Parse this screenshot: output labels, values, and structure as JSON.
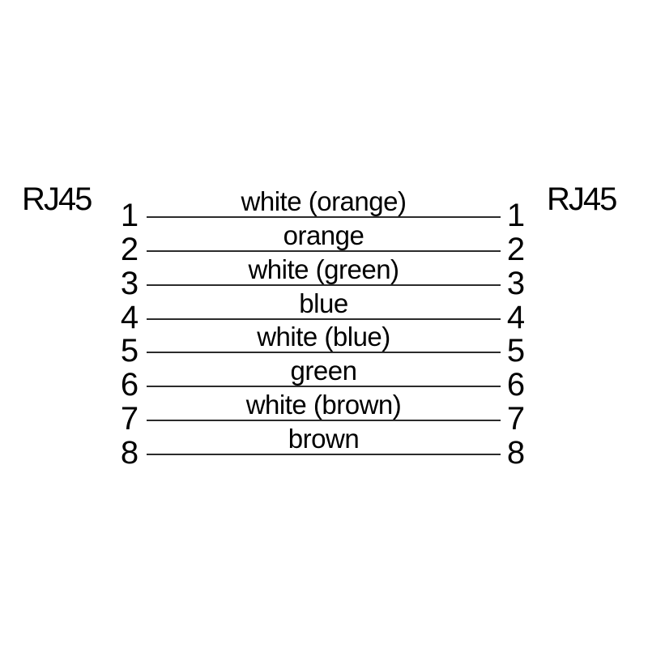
{
  "diagram": {
    "left_connector_label": "RJ45",
    "right_connector_label": "RJ45",
    "rows": [
      {
        "left_pin": "1",
        "wire": "white (orange)",
        "right_pin": "1"
      },
      {
        "left_pin": "2",
        "wire": "orange",
        "right_pin": "2"
      },
      {
        "left_pin": "3",
        "wire": "white (green)",
        "right_pin": "3"
      },
      {
        "left_pin": "4",
        "wire": "blue",
        "right_pin": "4"
      },
      {
        "left_pin": "5",
        "wire": "white (blue)",
        "right_pin": "5"
      },
      {
        "left_pin": "6",
        "wire": "green",
        "right_pin": "6"
      },
      {
        "left_pin": "7",
        "wire": "white (brown)",
        "right_pin": "7"
      },
      {
        "left_pin": "8",
        "wire": "brown",
        "right_pin": "8"
      }
    ],
    "colors": {
      "foreground": "#000000",
      "background": "#ffffff",
      "line": "#2b2b2b"
    }
  }
}
